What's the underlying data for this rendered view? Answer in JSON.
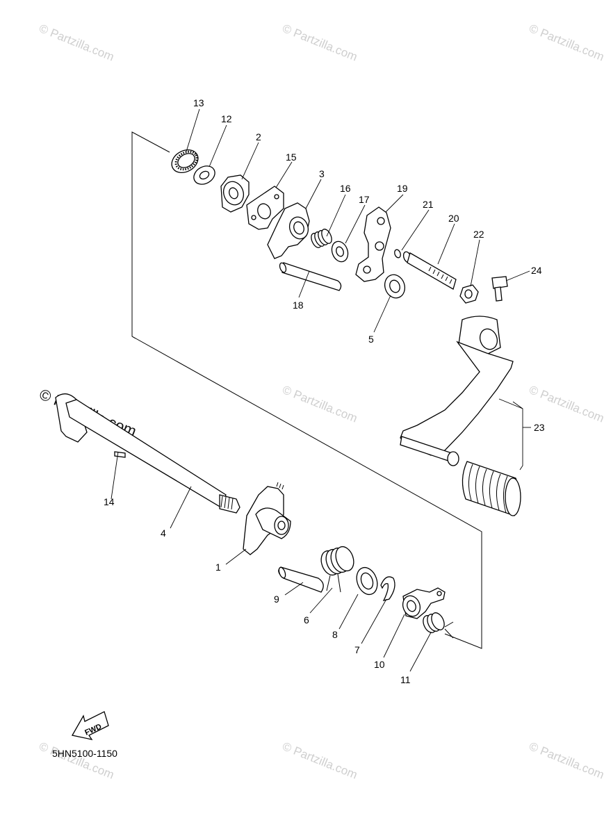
{
  "watermark": {
    "text": "© Partzilla.com",
    "prominent_text": "© Partzilla.com"
  },
  "diagram": {
    "code": "5HN5100-1150",
    "fwd_label": "FWD",
    "callouts": [
      "1",
      "2",
      "3",
      "4",
      "5",
      "6",
      "7",
      "8",
      "9",
      "10",
      "11",
      "12",
      "13",
      "14",
      "15",
      "16",
      "17",
      "18",
      "19",
      "20",
      "21",
      "22",
      "23",
      "24"
    ]
  }
}
